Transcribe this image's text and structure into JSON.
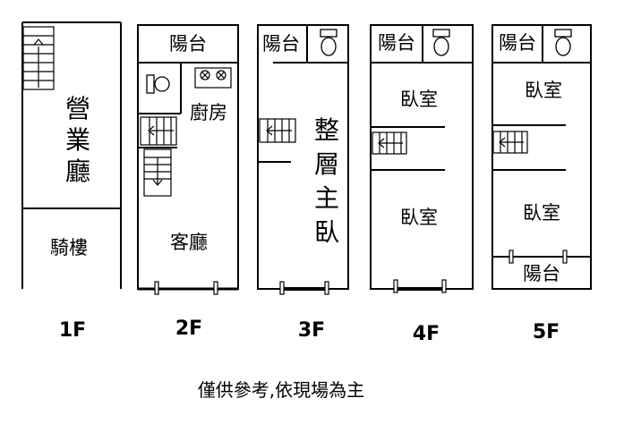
{
  "floors": {
    "f1": {
      "label": "1F",
      "rooms": [
        "營",
        "業",
        "廳"
      ],
      "arcade": "騎樓"
    },
    "f2": {
      "label": "2F",
      "balcony": "陽台",
      "kitchen": "廚房",
      "living": "客廳"
    },
    "f3": {
      "label": "3F",
      "balcony": "陽台",
      "master": [
        "整",
        "層",
        "主",
        "臥"
      ]
    },
    "f4": {
      "label": "4F",
      "balcony": "陽台",
      "bedroom_top": "臥室",
      "bedroom_bottom": "臥室"
    },
    "f5": {
      "label": "5F",
      "balcony_top": "陽台",
      "bedroom_top": "臥室",
      "bedroom_bottom": "臥室",
      "balcony_bottom": "陽台"
    }
  },
  "note": "僅供參考,依現場為主",
  "icons": [
    "stair-icon",
    "toilet-icon",
    "stove-icon"
  ]
}
